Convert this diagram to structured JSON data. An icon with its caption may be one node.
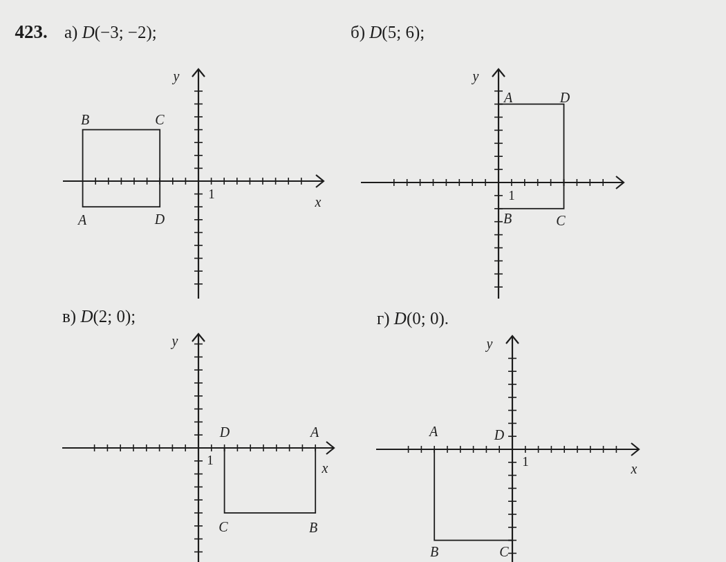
{
  "diagram": {
    "labels": [
      "423.",
      "а) *D*(−3; −2);",
      "б) *D*(5; 6);",
      "y",
      "B",
      "C",
      "1",
      "x",
      "A",
      "D",
      "y",
      "A",
      "D",
      "1",
      "B",
      "C",
      "в) *D*(2; 0);",
      "г) *D*(0; 0).",
      "y",
      "D",
      "A",
      "1",
      "x",
      "C",
      "B",
      "y",
      "A",
      "D",
      "1",
      "x",
      "B",
      "C"
    ]
  }
}
